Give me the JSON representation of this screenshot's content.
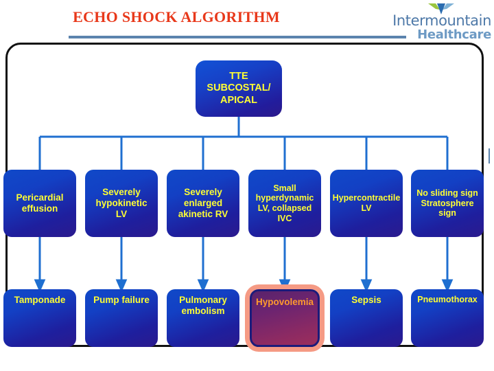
{
  "header": {
    "title": "ECHO SHOCK ALGORITHM",
    "title_color": "#e8381a",
    "rule_color": "#5b83ad",
    "logo": {
      "name_top": "Intermountain",
      "name_bottom": "Healthcare",
      "mark_icon": "intermountain-peak-icon",
      "color_top": "#4e79a8",
      "color_bottom": "#6d9ac4",
      "mark_colors": [
        "#8cc63f",
        "#2e6da4",
        "#5b9bd5"
      ]
    }
  },
  "diagram": {
    "type": "flowchart",
    "frame_color": "#111111",
    "connector_color": "#1f6fd0",
    "node_text_color": "#ffff33",
    "node_fill_start": "#1049c8",
    "node_fill_end": "#2b1a8e",
    "highlight": {
      "fill_start": "#59236b",
      "fill_end": "#9c2e5c",
      "glow_color": "#f59a84",
      "text_color": "#ff9a2e",
      "border_color": "#1b1b7a"
    },
    "root": {
      "id": "tte-subcostal-apical",
      "lines": [
        "TTE",
        "SUBCOSTAL/",
        "APICAL"
      ]
    },
    "findings": [
      {
        "id": "pericardial-effusion",
        "lines": [
          "Pericardial",
          "effusion"
        ]
      },
      {
        "id": "severely-hypokinetic-lv",
        "lines": [
          "Severely",
          "hypokinetic",
          "LV"
        ]
      },
      {
        "id": "severely-enlarged-akinetic-rv",
        "lines": [
          "Severely",
          "enlarged",
          "akinetic RV"
        ]
      },
      {
        "id": "small-hyperdynamic-lv-collapsed-ivc",
        "lines": [
          "Small",
          "hyperdynamic",
          "LV, collapsed",
          "IVC"
        ]
      },
      {
        "id": "hypercontractile-lv",
        "lines": [
          "Hypercontractile",
          "LV"
        ]
      },
      {
        "id": "no-sliding-sign-stratosphere-sign",
        "lines": [
          "No sliding sign",
          "Stratosphere",
          "sign"
        ]
      }
    ],
    "diagnoses": [
      {
        "id": "tamponade",
        "lines": [
          "Tamponade"
        ],
        "highlighted": false
      },
      {
        "id": "pump-failure",
        "lines": [
          "Pump failure"
        ],
        "highlighted": false
      },
      {
        "id": "pulmonary-embolism",
        "lines": [
          "Pulmonary",
          "embolism"
        ],
        "highlighted": false
      },
      {
        "id": "hypovolemia",
        "lines": [
          "Hypovolemia"
        ],
        "highlighted": true
      },
      {
        "id": "sepsis",
        "lines": [
          "Sepsis"
        ],
        "highlighted": false
      },
      {
        "id": "pneumothorax",
        "lines": [
          "Pneumothorax"
        ],
        "highlighted": false
      }
    ]
  }
}
